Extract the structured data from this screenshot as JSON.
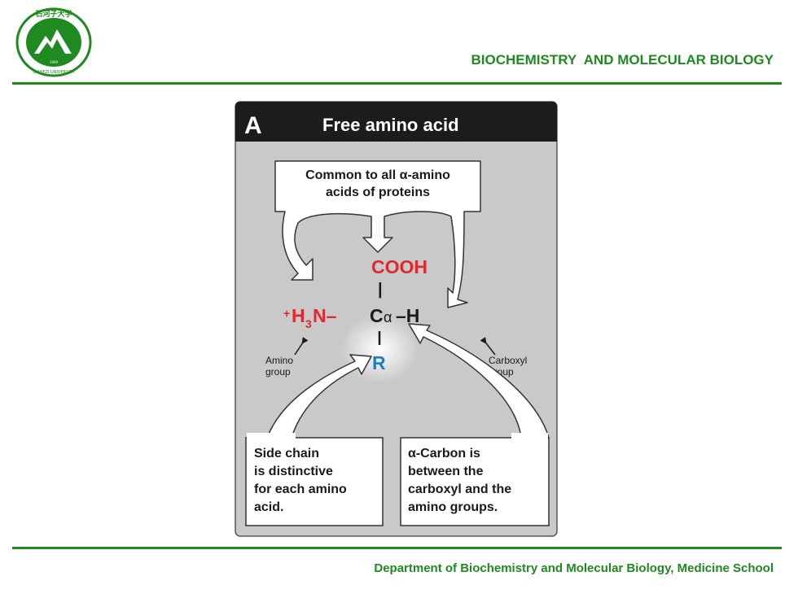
{
  "header": {
    "title": "BIOCHEMISTRY  AND MOLECULAR BIOLOGY",
    "logo_text": "SHIHEZI UNIVERSITY",
    "logo_chars": "石河子大学",
    "logo_year": "1949"
  },
  "footer": {
    "text": "Department of Biochemistry and Molecular Biology, Medicine School"
  },
  "figure": {
    "panel_letter": "A",
    "panel_title": "Free amino acid",
    "common_box": [
      "Common to all α-amino",
      "acids of proteins"
    ],
    "formula": {
      "cooh": "COOH",
      "nh3_plus": "+",
      "nh3_h": "H",
      "nh3_sub": "3",
      "nh3_n": "N–",
      "c": "C",
      "alpha": "α",
      "dash_h": "–H",
      "r": "R",
      "bond": "|"
    },
    "labels": {
      "amino_group": [
        "Amino",
        "group"
      ],
      "carboxyl_group": [
        "Carboxyl",
        "group"
      ]
    },
    "side_chain_box": [
      "Side chain",
      "is distinctive",
      "for each amino",
      "acid."
    ],
    "alpha_carbon_box": [
      "α-Carbon is",
      "between the",
      "carboxyl and the",
      "amino groups."
    ]
  },
  "colors": {
    "green": "#1f8a1f",
    "red": "#e0282e",
    "blue": "#1a7fc4",
    "panel_bg": "#c9c9c9",
    "title_bar": "#1c1c1c"
  }
}
